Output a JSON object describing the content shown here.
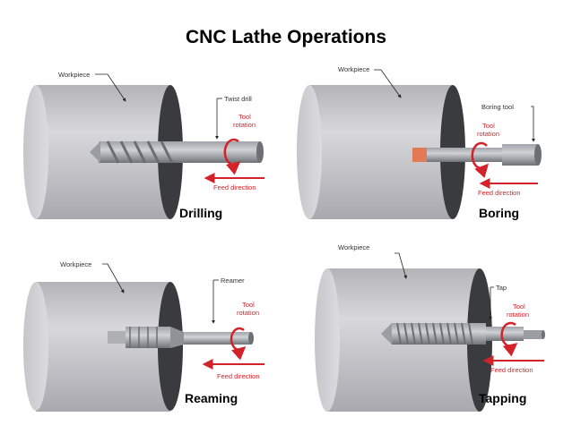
{
  "title": "CNC Lathe Operations",
  "panels": {
    "drilling": {
      "workpiece": "Workpiece",
      "tool": "Twist drill",
      "rotation": [
        "Tool",
        "rotation"
      ],
      "feed": "Feed direction",
      "name": "Drilling"
    },
    "boring": {
      "workpiece": "Workpiece",
      "tool": "Boring tool",
      "rotation": [
        "Tool",
        "rotation"
      ],
      "feed": "Feed direction",
      "name": "Boring"
    },
    "reaming": {
      "workpiece": "Workpiece",
      "tool": "Reamer",
      "rotation": [
        "Tool",
        "rotation"
      ],
      "feed": "Feed direction",
      "name": "Reaming"
    },
    "tapping": {
      "workpiece": "Workpiece",
      "tool": "Tap",
      "rotation": [
        "Tool",
        "rotation"
      ],
      "feed": "Feed direction",
      "name": "Tapping"
    }
  },
  "colors": {
    "accent": "#d2232a",
    "workpiece": "#c8c8cc",
    "tool": "#8a8d92"
  }
}
